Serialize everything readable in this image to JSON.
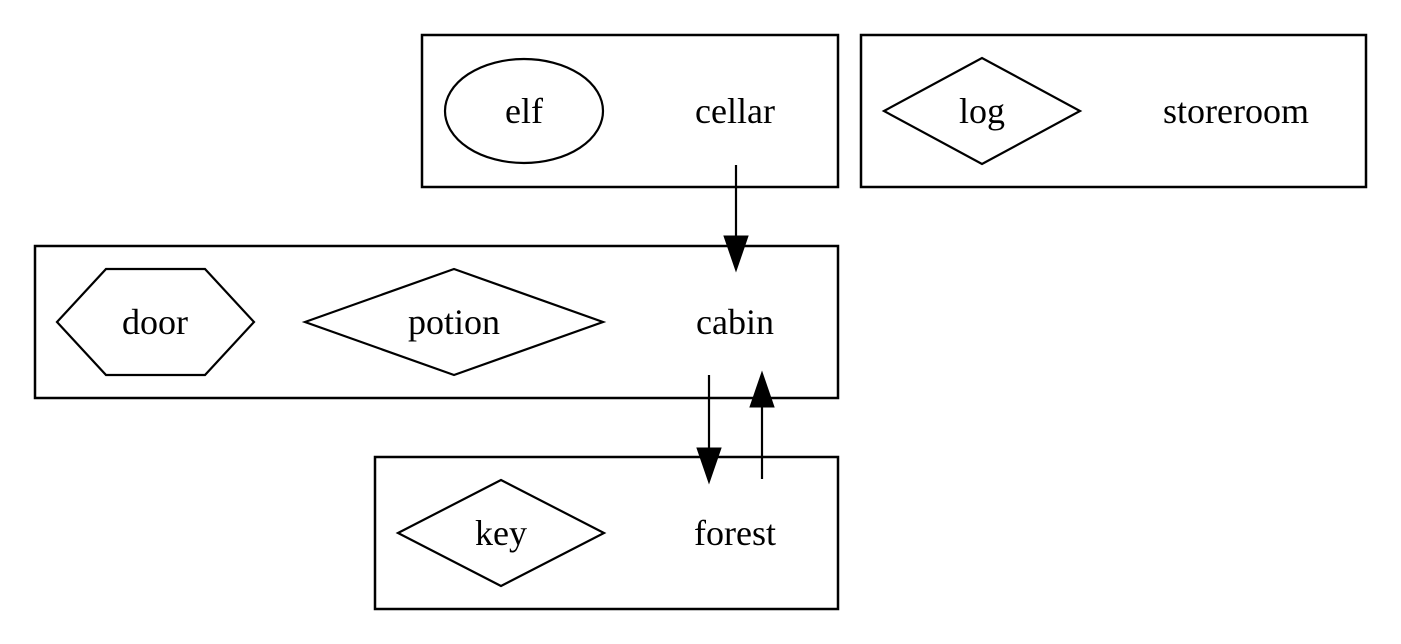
{
  "rooms": {
    "cellar": "cellar",
    "storeroom": "storeroom",
    "cabin": "cabin",
    "forest": "forest"
  },
  "items": {
    "elf": "elf",
    "log": "log",
    "door": "door",
    "potion": "potion",
    "key": "key"
  },
  "shapes": {
    "elf": "ellipse",
    "log": "diamond",
    "door": "hexagon",
    "potion": "diamond",
    "key": "diamond"
  },
  "edges": [
    {
      "from": "cellar",
      "to": "cabin"
    },
    {
      "from": "cabin",
      "to": "forest"
    },
    {
      "from": "forest",
      "to": "cabin"
    }
  ],
  "colors": {
    "stroke": "#000000",
    "background": "#ffffff"
  }
}
